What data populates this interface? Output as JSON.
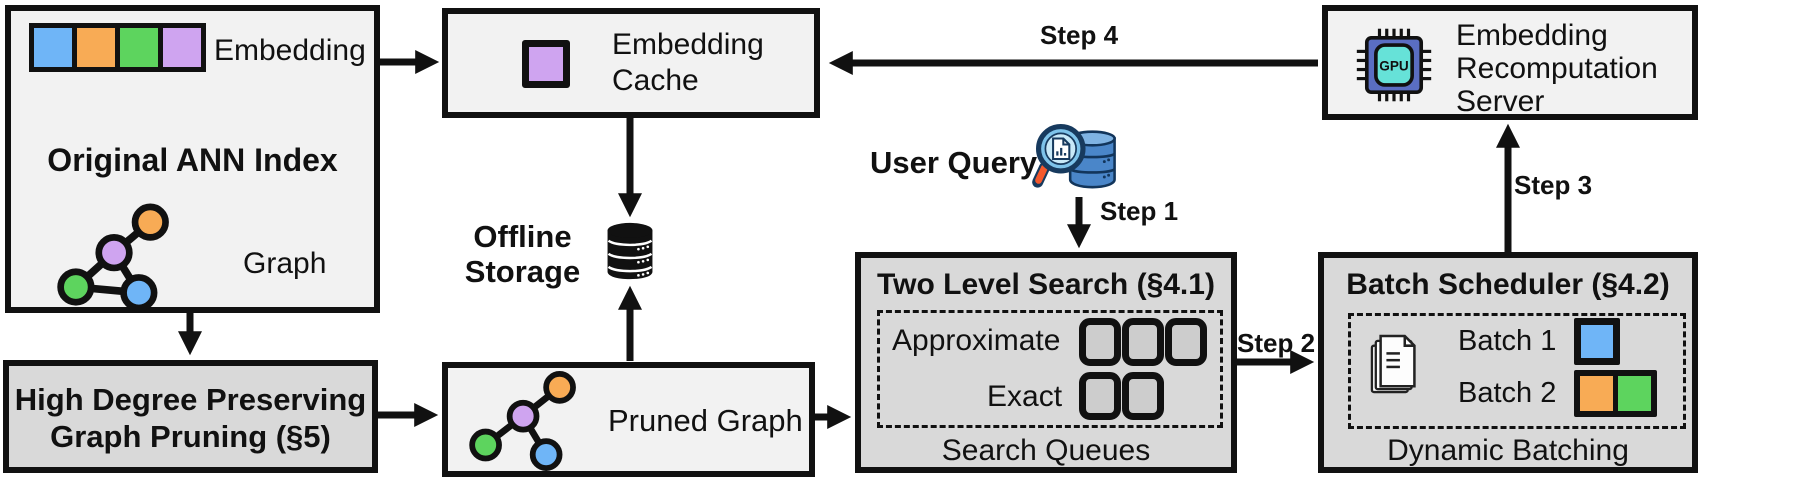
{
  "colors": {
    "box_light": "#f2f2f2",
    "box_dark": "#d9d9d9",
    "line": "#111111",
    "blue": "#6fb5f7",
    "orange": "#f8ab55",
    "green": "#5dd45e",
    "purple": "#cfa4f0",
    "gpu_body": "#5a6ec2",
    "gpu_core": "#66e2d8",
    "db_blue": "#4a86c9",
    "db_blue_light": "#7fb3e3",
    "db_outline": "#12355b",
    "lens_fill": "#c8e9f8",
    "lens_ring": "#7ec3ea",
    "rim_navy": "#173a5e",
    "handle_orange": "#f4582c"
  },
  "original_index": {
    "title": "Original ANN Index",
    "embedding_label": "Embedding",
    "graph_label": "Graph"
  },
  "embedding_cache": {
    "line1": "Embedding",
    "line2": "Cache"
  },
  "recompute_server": {
    "line1": "Embedding",
    "line2": "Recomputation",
    "line3": "Server",
    "gpu_label": "GPU"
  },
  "offline_storage": {
    "line1": "Offline",
    "line2": "Storage"
  },
  "user_query": {
    "label": "User Query"
  },
  "steps": {
    "step1": "Step 1",
    "step2": "Step 2",
    "step3": "Step 3",
    "step4": "Step 4"
  },
  "pruning": {
    "line1": "High Degree Preserving",
    "line2": "Graph Pruning (§5)"
  },
  "pruned_graph": {
    "label": "Pruned Graph"
  },
  "two_level_search": {
    "title": "Two Level Search (§4.1)",
    "row1_label": "Approximate",
    "row2_label": "Exact",
    "footer": "Search Queues"
  },
  "batch_scheduler": {
    "title": "Batch Scheduler (§4.2)",
    "batch1_label": "Batch 1",
    "batch2_label": "Batch 2",
    "footer": "Dynamic Batching"
  }
}
